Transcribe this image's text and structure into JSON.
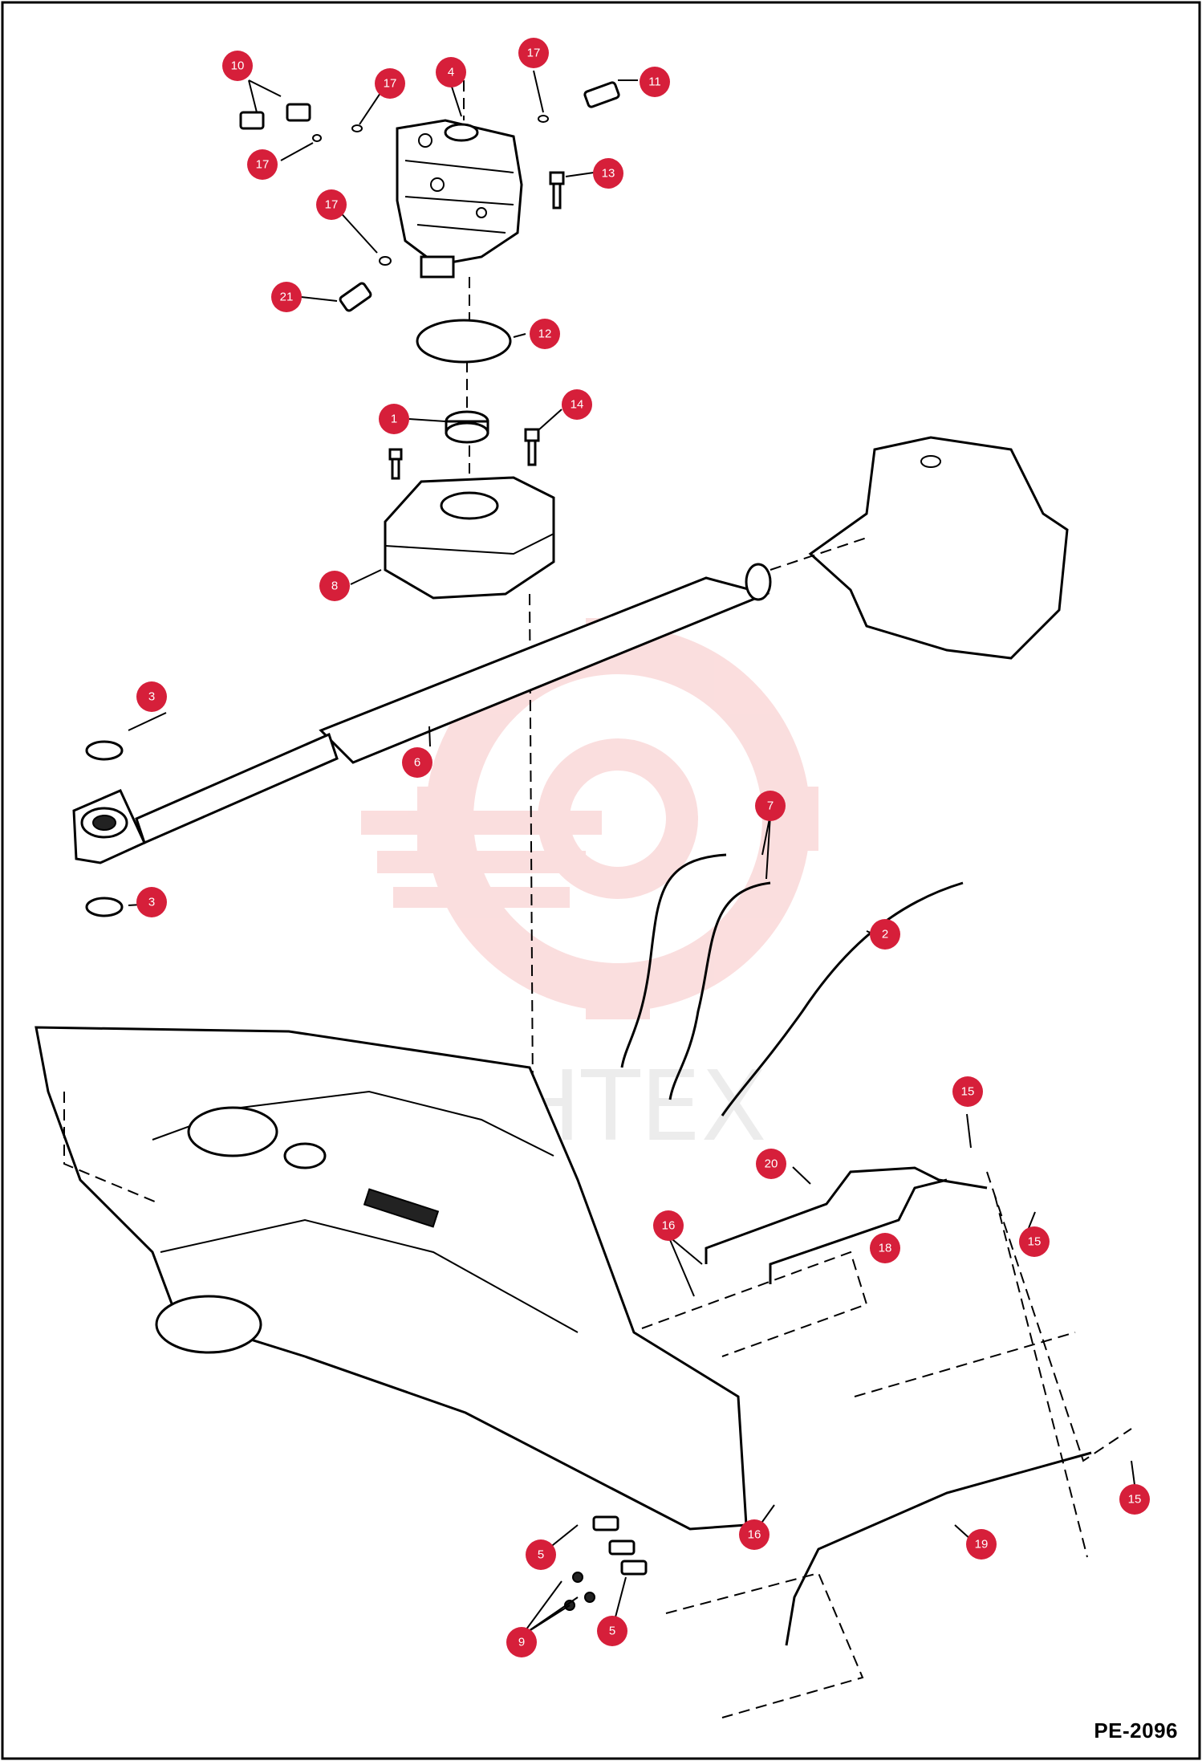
{
  "watermark": {
    "text": "ИНТЕХ"
  },
  "drawing_code": "PE-2096",
  "colors": {
    "callout": "#d61f3a",
    "watermark": "#f5c8c8",
    "frame": "#000000"
  },
  "callouts": [
    {
      "id": "c10",
      "label": "10"
    },
    {
      "id": "c17a",
      "label": "17"
    },
    {
      "id": "c4",
      "label": "4"
    },
    {
      "id": "c17b",
      "label": "17"
    },
    {
      "id": "c11",
      "label": "11"
    },
    {
      "id": "c17c",
      "label": "17"
    },
    {
      "id": "c13",
      "label": "13"
    },
    {
      "id": "c17d",
      "label": "17"
    },
    {
      "id": "c21",
      "label": "21"
    },
    {
      "id": "c12",
      "label": "12"
    },
    {
      "id": "c1",
      "label": "1"
    },
    {
      "id": "c14",
      "label": "14"
    },
    {
      "id": "c8",
      "label": "8"
    },
    {
      "id": "c3a",
      "label": "3"
    },
    {
      "id": "c6",
      "label": "6"
    },
    {
      "id": "c3b",
      "label": "3"
    },
    {
      "id": "c7",
      "label": "7"
    },
    {
      "id": "c2",
      "label": "2"
    },
    {
      "id": "c15a",
      "label": "15"
    },
    {
      "id": "c20",
      "label": "20"
    },
    {
      "id": "c16a",
      "label": "16"
    },
    {
      "id": "c18",
      "label": "18"
    },
    {
      "id": "c15b",
      "label": "15"
    },
    {
      "id": "c15c",
      "label": "15"
    },
    {
      "id": "c16b",
      "label": "16"
    },
    {
      "id": "c19",
      "label": "19"
    },
    {
      "id": "c5a",
      "label": "5"
    },
    {
      "id": "c9",
      "label": "9"
    },
    {
      "id": "c5b",
      "label": "5"
    }
  ]
}
